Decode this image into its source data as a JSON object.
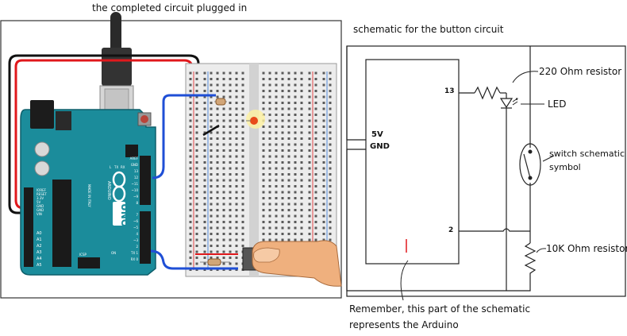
{
  "photo": {
    "caption": "the completed circuit plugged in",
    "arduino": {
      "brand": "UNO",
      "word": "ARDUINO",
      "made_in": "MADE IN ITALY",
      "header_left": [
        "IOREF",
        "RESET",
        "3.3V",
        "5V",
        "GND",
        "GND",
        "VIN"
      ],
      "analog_pins": [
        "A0",
        "A1",
        "A2",
        "A3",
        "A4",
        "A5"
      ],
      "digital_top": [
        "AREF",
        "GND",
        "13",
        "12",
        "~11",
        "~10",
        "~9",
        "8"
      ],
      "digital_bottom": [
        "7",
        "~6",
        "~5",
        "4",
        "~3",
        "2",
        "TX 1",
        "RX 0"
      ],
      "leds": [
        "L",
        "TX",
        "RX",
        "ON"
      ],
      "icsp": "ICSP"
    }
  },
  "schematic": {
    "title": "schematic for the button circuit",
    "pin_13": "13",
    "pin_5v": "5V",
    "pin_gnd": "GND",
    "pin_2": "2",
    "label_220": "220 Ohm resistor",
    "label_led": "LED",
    "label_switch_line1": "switch schematic",
    "label_switch_line2": "symbol",
    "label_10k": "10K Ohm resistor",
    "note_line1": "Remember, this part of the schematic",
    "note_line2": "represents the Arduino"
  }
}
